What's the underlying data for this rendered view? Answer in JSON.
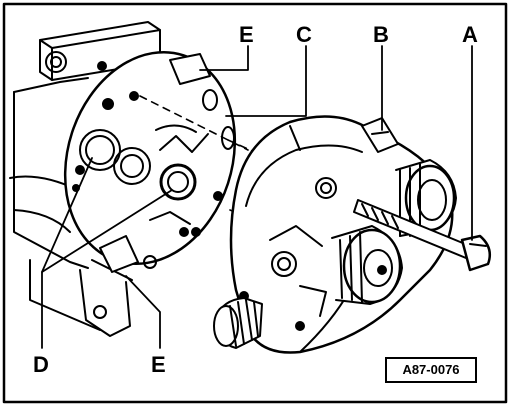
{
  "callouts": {
    "a": "A",
    "b": "B",
    "c": "C",
    "d": "D",
    "e_top": "E",
    "e_bottom": "E"
  },
  "reference_code": "A87-0076",
  "colors": {
    "ink": "#000000",
    "paper": "#ffffff"
  }
}
